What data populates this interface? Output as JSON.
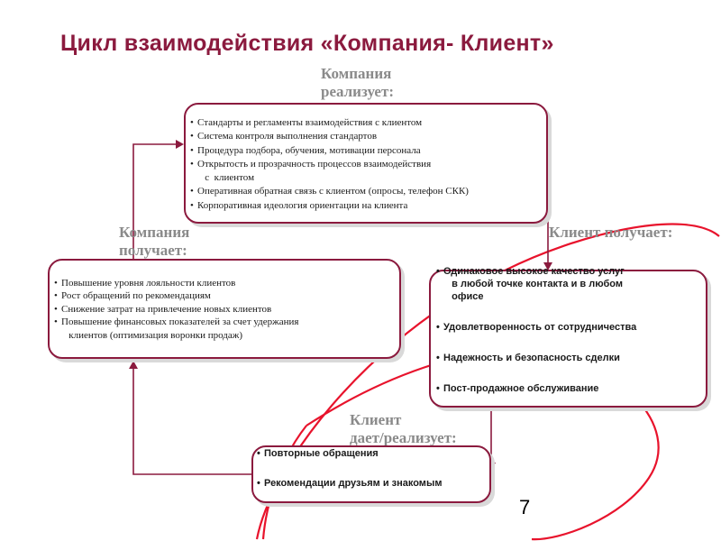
{
  "title": "Цикл взаимодействия «Компания- Клиент»",
  "page_number": "7",
  "colors": {
    "accent": "#8b1a3e",
    "loop": "#e8132c",
    "heading": "#8a8a8a"
  },
  "cycle": {
    "company_implements": {
      "heading": "Компания\nреализует:",
      "items": [
        "Стандарты и регламенты взаимодействия с клиентом",
        "Система контроля выполнения стандартов",
        "Процедура подбора, обучения, мотивации персонала",
        "Открытость и прозрачность процессов взаимодействия\n   с  клиентом",
        "Оперативная обратная связь с клиентом (опросы, телефон СКК)",
        "Корпоративная идеология ориентации на клиента"
      ]
    },
    "client_receives": {
      "heading": "Клиент получает:",
      "items": [
        "Одинаковое высокое качество услуг\n   в любой точке контакта и в любом\n   офисе",
        "Удовлетворенность от сотрудничества",
        "Надежность и безопасность сделки",
        "Пост-продажное обслуживание"
      ]
    },
    "client_gives": {
      "heading": "Клиент\nдает/реализует:",
      "items": [
        "Повторные обращения",
        "Рекомендации друзьям и знакомым"
      ]
    },
    "company_receives": {
      "heading": "Компания\nполучает:",
      "items": [
        "Повышение уровня лояльности клиентов",
        "Рост обращений по рекомендациям",
        "Снижение затрат на привлечение новых клиентов",
        "Повышение финансовых показателей за счет удержания\n   клиентов (оптимизация воронки продаж)"
      ]
    }
  }
}
